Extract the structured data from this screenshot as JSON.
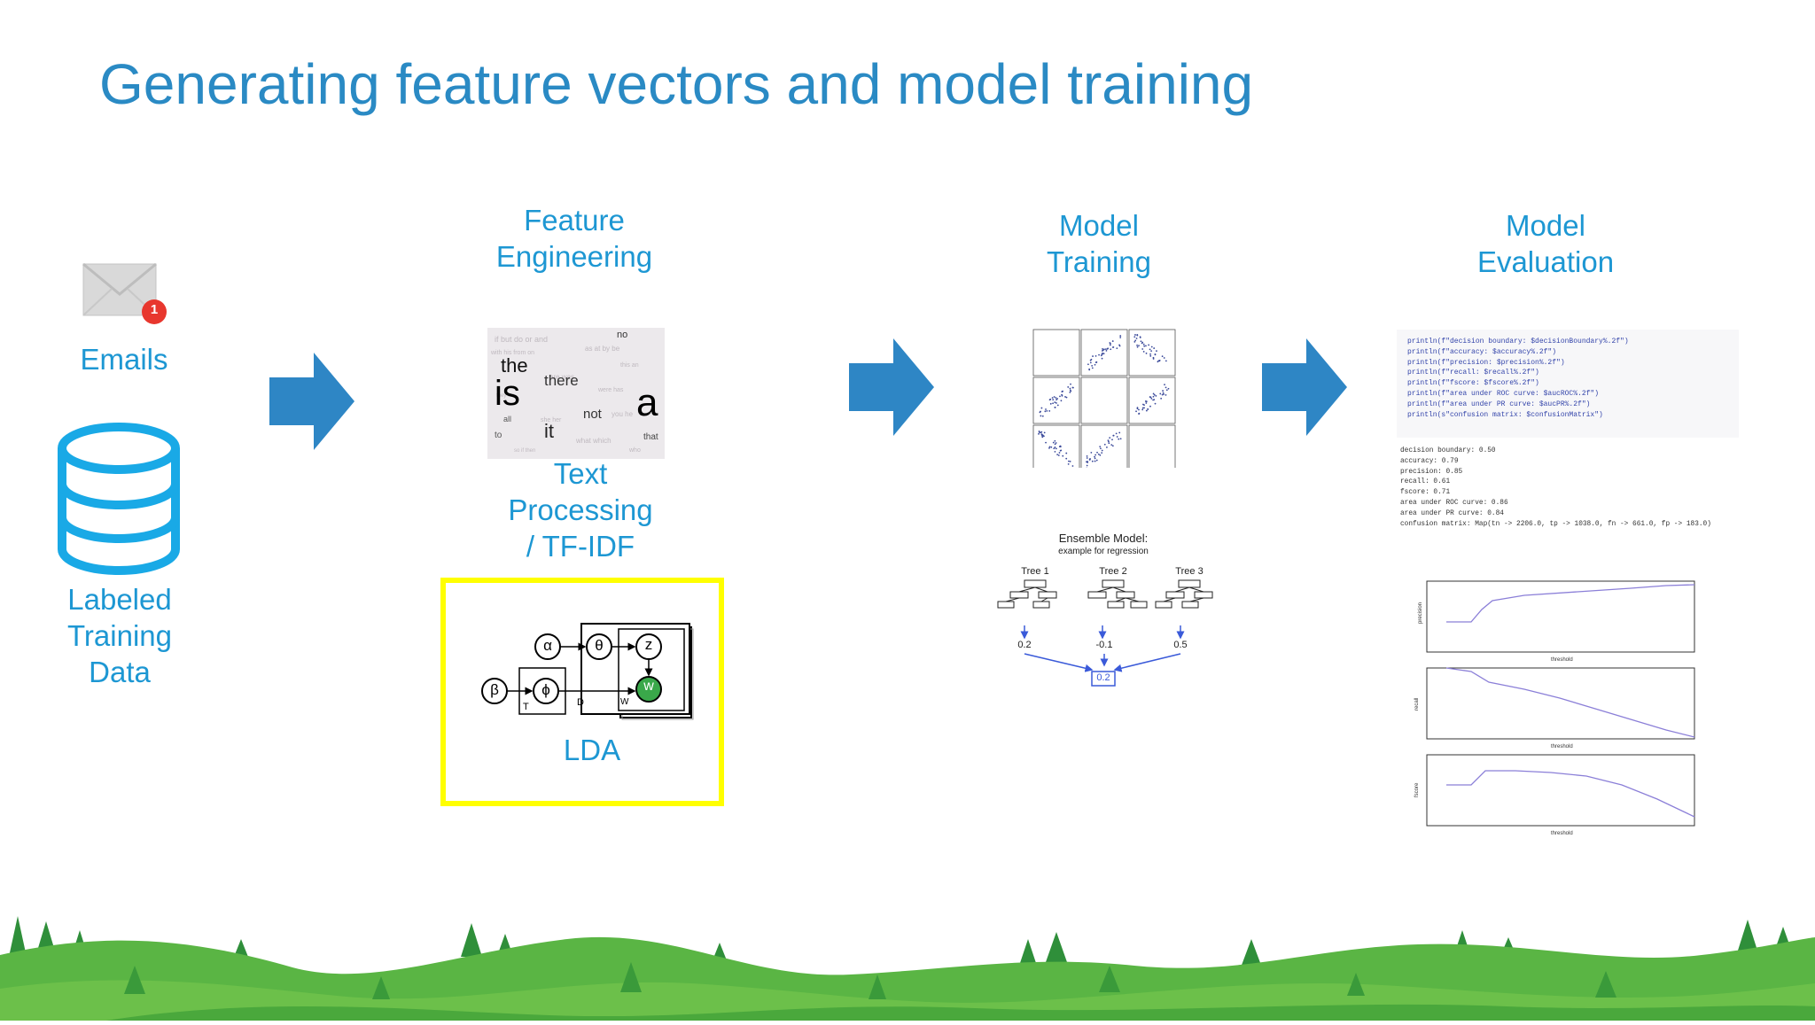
{
  "title": "Generating feature vectors and model training",
  "left": {
    "emails_label": "Emails",
    "badge_count": "1",
    "data_label": [
      "Labeled",
      "Training",
      "Data"
    ]
  },
  "feature": {
    "heading": [
      "Feature",
      "Engineering"
    ],
    "text_label": [
      "Text",
      "Processing",
      "/ TF-IDF"
    ],
    "lda_label": "LDA",
    "cloud_words": [
      "the",
      "is",
      "there",
      "not",
      "a",
      "it",
      "all",
      "to",
      "no",
      "that"
    ],
    "lda_nodes": {
      "alpha": "α",
      "theta": "θ",
      "z": "z",
      "w": "w",
      "beta": "β",
      "phi": "ϕ",
      "T": "T",
      "D": "D",
      "W": "W"
    }
  },
  "training": {
    "heading": [
      "Model",
      "Training"
    ],
    "ensemble_title": "Ensemble Model:",
    "ensemble_subtitle": "example for regression",
    "trees": [
      "Tree 1",
      "Tree 2",
      "Tree 3"
    ],
    "tree_values": [
      "0.2",
      "-0.1",
      "0.5"
    ],
    "result": "0.2"
  },
  "evaluation": {
    "heading": [
      "Model",
      "Evaluation"
    ],
    "code_lines": [
      "println(f\"decision boundary: $decisionBoundary%.2f\")",
      "println(f\"accuracy:  $accuracy%.2f\")",
      "println(f\"precision: $precision%.2f\")",
      "println(f\"recall:    $recall%.2f\")",
      "println(f\"fscore:    $fscore%.2f\")",
      "println(f\"area under ROC curve: $aucROC%.2f\")",
      "println(f\"area under PR curve:  $aucPR%.2f\")",
      "println(s\"confusion matrix: $confusionMatrix\")"
    ],
    "output_lines": [
      "decision boundary: 0.50",
      "accuracy:  0.79",
      "precision: 0.85",
      "recall:    0.61",
      "fscore:    0.71",
      "area under ROC curve: 0.86",
      "area under PR curve:  0.84",
      "confusion matrix: Map(tn -> 2206.0, tp -> 1038.0, fn -> 661.0, fp -> 183.0)"
    ],
    "plot_ylabels": [
      "precision",
      "recall",
      "fscore"
    ],
    "plot_xlabel": "threshold"
  },
  "colors": {
    "title": "#2a8ac4",
    "labels": "#1d97d3",
    "arrow": "#2e86c5",
    "db": "#19a9e6",
    "highlight": "#ffff00",
    "grass_light": "#6cc04a",
    "grass_dark": "#3a9a3a"
  }
}
